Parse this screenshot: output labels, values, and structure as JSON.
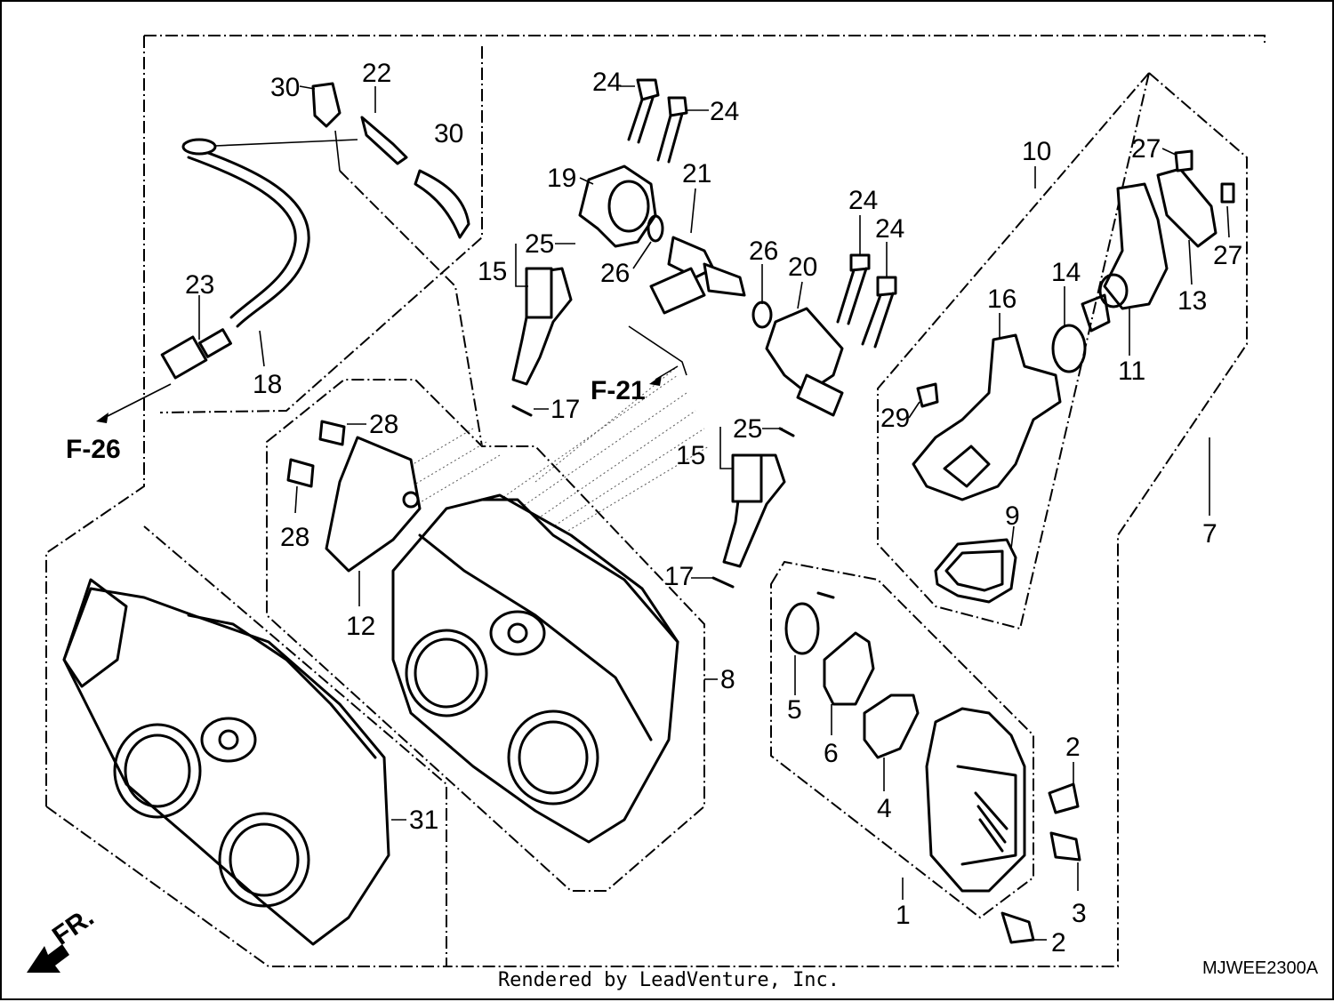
{
  "diagram_code": "MJWEE2300A",
  "footer_text": "Rendered by LeadVenture, Inc.",
  "front_indicator": "FR.",
  "references": [
    "F-26",
    "F-21"
  ],
  "callouts": [
    "30",
    "22",
    "30",
    "23",
    "18",
    "24",
    "24",
    "19",
    "21",
    "25",
    "15",
    "26",
    "26",
    "20",
    "24",
    "24",
    "17",
    "25",
    "15",
    "17",
    "28",
    "28",
    "12",
    "8",
    "31",
    "10",
    "27",
    "27",
    "14",
    "16",
    "13",
    "11",
    "29",
    "9",
    "7",
    "5",
    "6",
    "4",
    "1",
    "2",
    "3",
    "2"
  ]
}
